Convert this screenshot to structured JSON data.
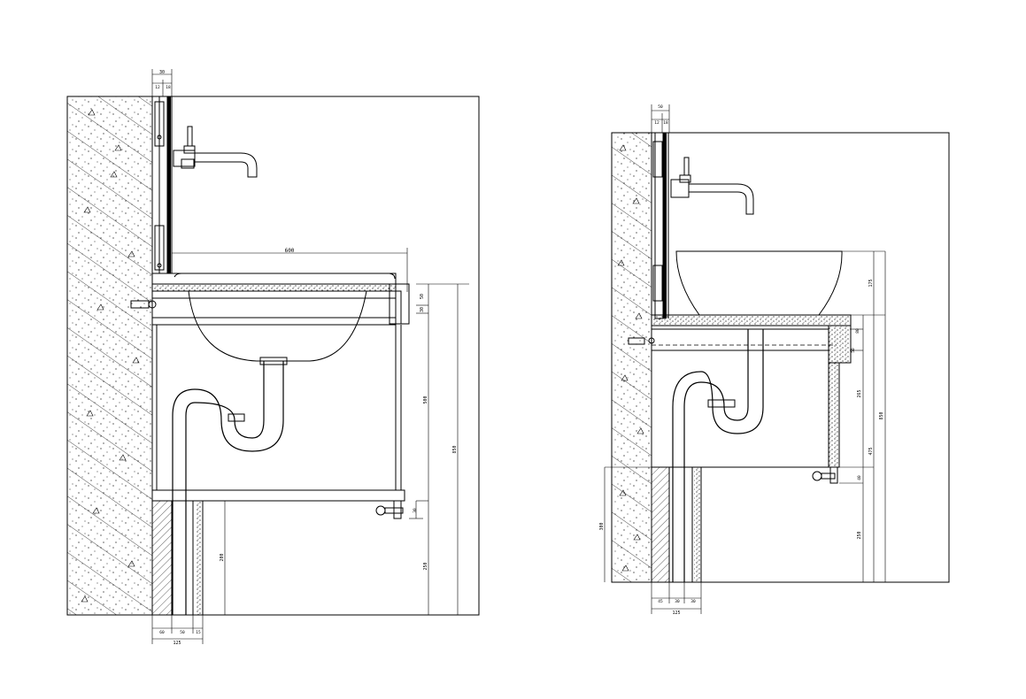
{
  "drawings": [
    {
      "id": "left-section",
      "dims": {
        "top_wall_total": "30",
        "top_wall_a": "12",
        "top_wall_b": "18",
        "basin_width": "600",
        "counter_thk": "50",
        "apron": "30",
        "cabinet_h": "500",
        "total_h": "850",
        "toe_h": "250",
        "right_small": "30",
        "wall_plinth": "200",
        "bottom_a": "60",
        "bottom_b": "50",
        "bottom_c": "15",
        "bottom_total": "125"
      }
    },
    {
      "id": "right-section",
      "dims": {
        "top_a": "50",
        "top_b": "12",
        "top_c": "18",
        "bowl_h": "175",
        "counter_thk": "80",
        "apron": "50",
        "cabinet_h": "265",
        "lower_h": "475",
        "total_h": "850",
        "base_gap": "40",
        "toe_h": "250",
        "wall_plinth": "300",
        "bottom_a": "45",
        "bottom_b": "30",
        "bottom_c": "30",
        "bottom_total": "125"
      }
    }
  ]
}
